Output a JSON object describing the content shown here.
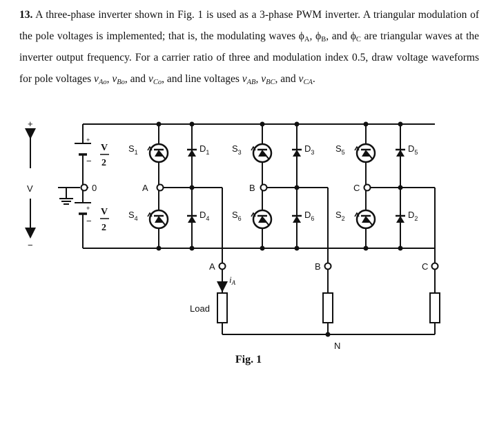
{
  "problem": {
    "number": "13.",
    "text_1": " A three-phase inverter shown in Fig. 1 is used as a 3-phase PWM inverter. A triangular modulation of the pole voltages is implemented; that is, the modulating waves ",
    "phi": "ϕ",
    "sub_A": "A",
    "sep_1": ", ",
    "sub_B": "B",
    "sep_2": ", and ",
    "sub_C": "C",
    "text_2": " are triangular waves at the inverter output frequency. For a carrier ratio of three and modulation index 0.5, draw voltage waveforms for pole voltages ",
    "v": "v",
    "sub_Ao": "Ao",
    "sub_Bo": "Bo",
    "sub_Co": "Co",
    "sub_AB": "AB",
    "sub_BC": "BC",
    "sub_CA": "CA",
    "comma": ", ",
    "and": ", and ",
    "text_3": ", and line voltages ",
    "period": "."
  },
  "figure": {
    "caption": "Fig. 1",
    "plus": "+",
    "minus": "−",
    "V": "V",
    "half_num": "V",
    "half_den": "2",
    "node_0": "0",
    "node_A": "A",
    "node_B": "B",
    "node_C": "C",
    "node_N": "N",
    "current": "i",
    "current_sub": "A",
    "load": "Load",
    "switches": [
      {
        "S": "S",
        "sub": "1",
        "D": "D",
        "dsub": "1"
      },
      {
        "S": "S",
        "sub": "3",
        "D": "D",
        "dsub": "3"
      },
      {
        "S": "S",
        "sub": "5",
        "D": "D",
        "dsub": "5"
      },
      {
        "S": "S",
        "sub": "4",
        "D": "D",
        "dsub": "4"
      },
      {
        "S": "S",
        "sub": "6",
        "D": "D",
        "dsub": "6"
      },
      {
        "S": "S",
        "sub": "2",
        "D": "D",
        "dsub": "2"
      }
    ]
  }
}
